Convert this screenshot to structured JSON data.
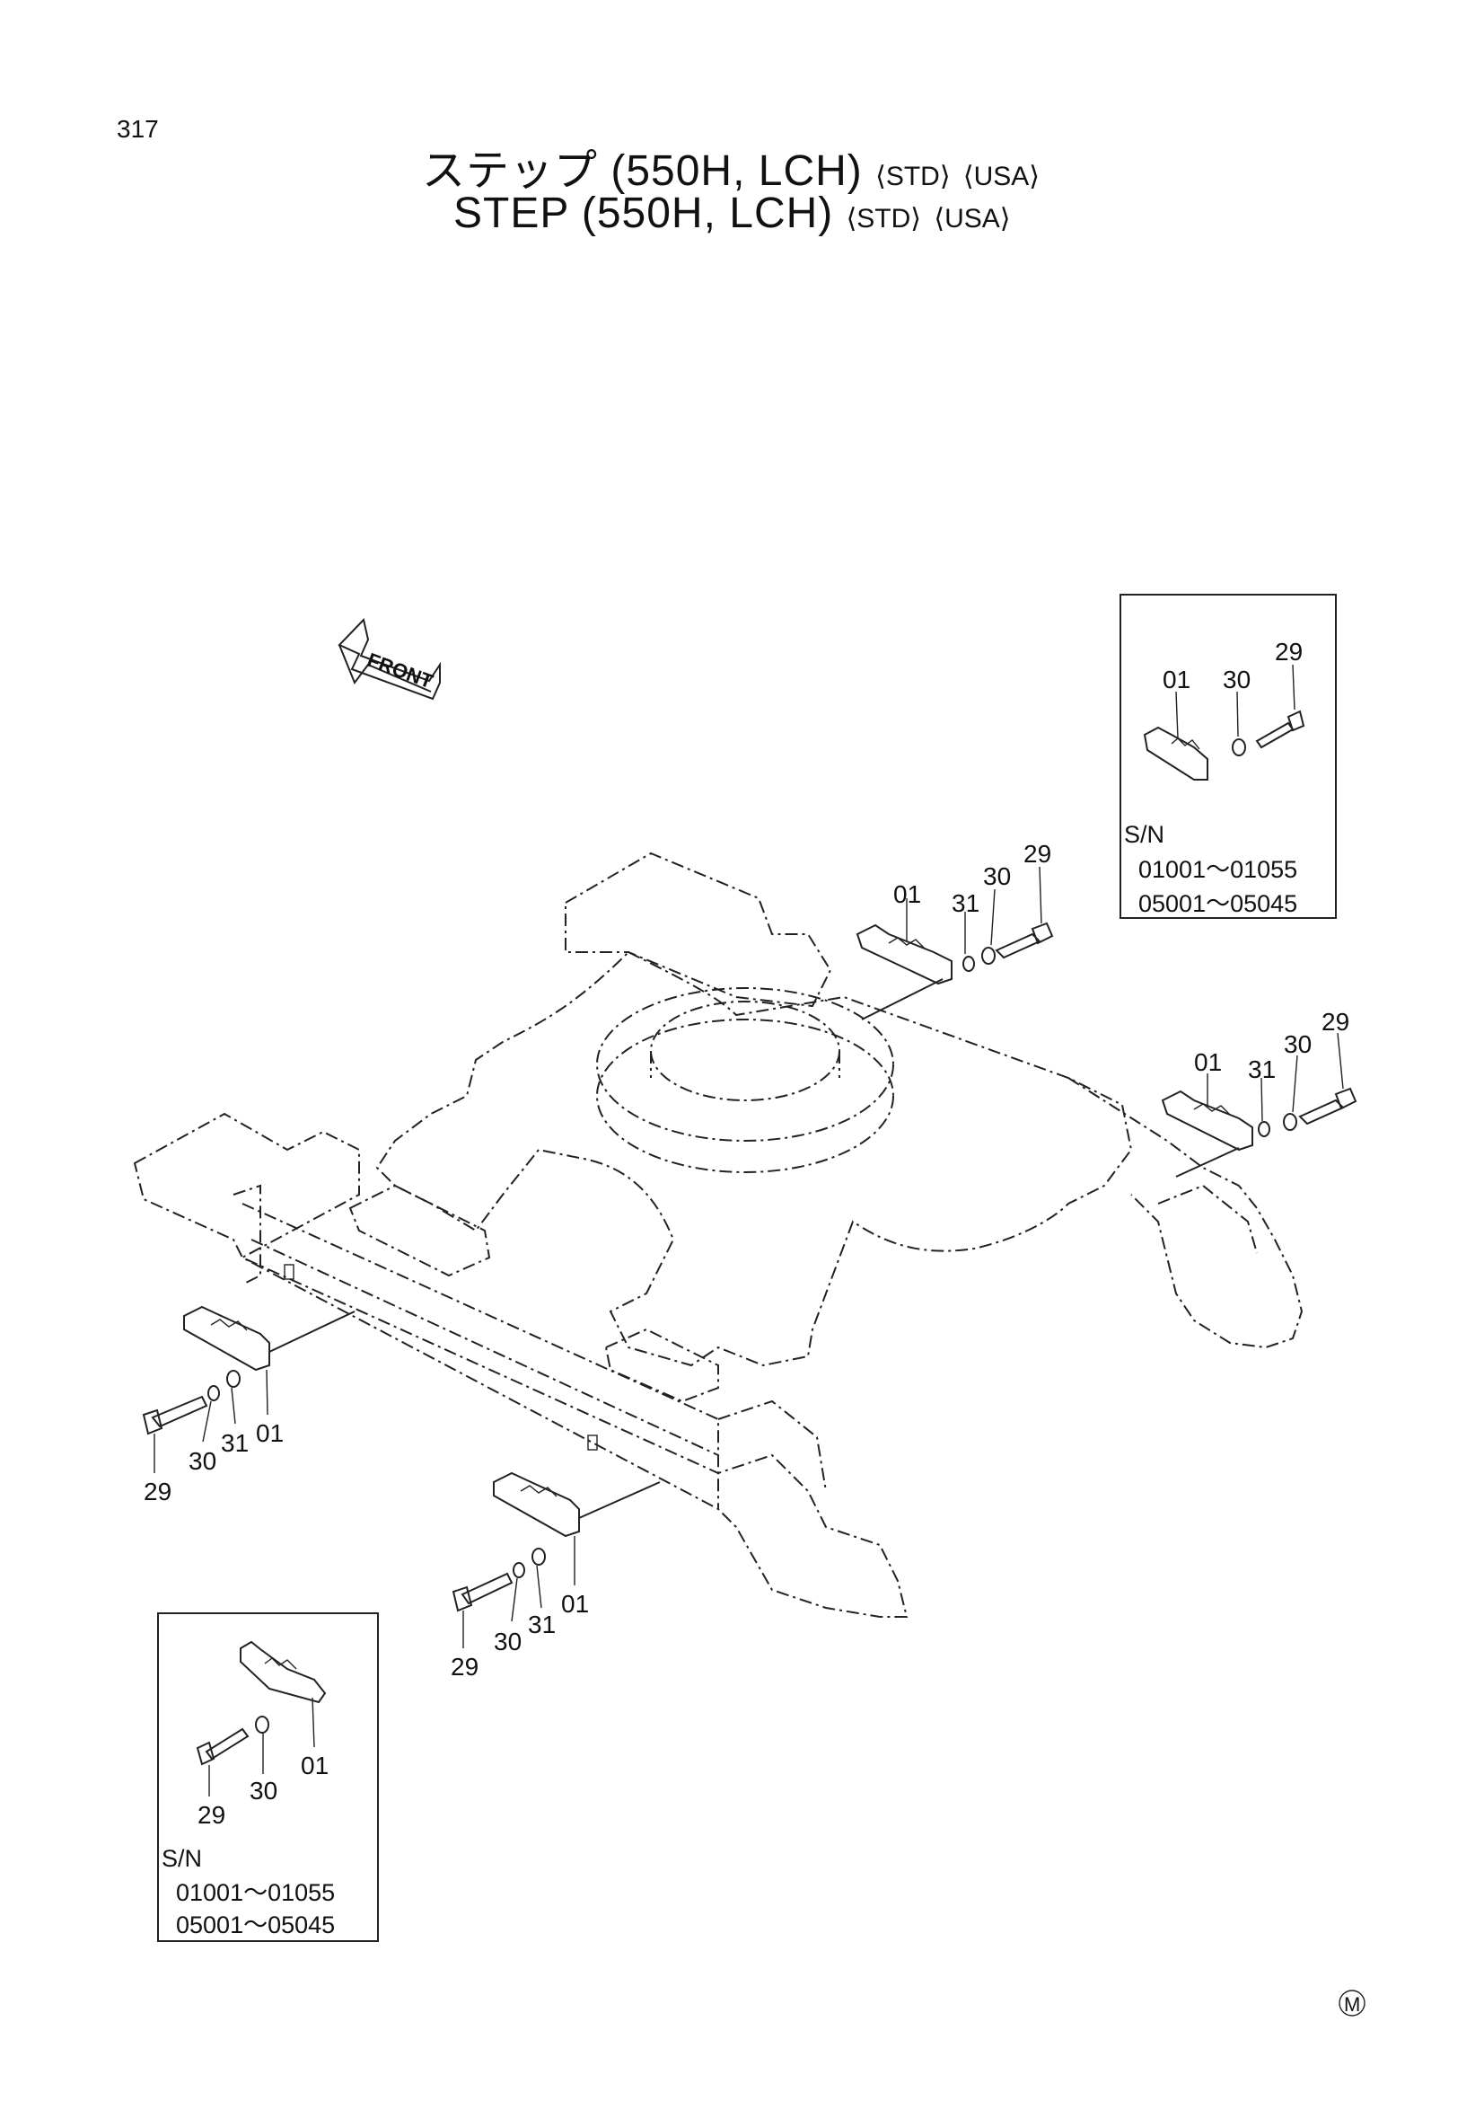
{
  "page_number": "317",
  "title_jp": {
    "main": "ステップ (550H, LCH)",
    "tag1": "⟨STD⟩",
    "tag2": "⟨USA⟩"
  },
  "title_en": {
    "main": "STEP (550H, LCH)",
    "tag1": "⟨STD⟩",
    "tag2": "⟨USA⟩"
  },
  "front_label": "FRONT",
  "callouts": {
    "rear_upper": [
      "01",
      "31",
      "30",
      "29"
    ],
    "rear_right": [
      "01",
      "31",
      "30",
      "29"
    ],
    "front_left": [
      "29",
      "30",
      "31",
      "01"
    ],
    "front_middle": [
      "29",
      "30",
      "31",
      "01"
    ]
  },
  "inset_top": {
    "callouts": [
      "01",
      "30",
      "29"
    ],
    "sn_label": "S/N",
    "sn_ranges": [
      "01001～01055",
      "05001～05045"
    ]
  },
  "inset_bottom": {
    "callouts": [
      "29",
      "30",
      "01"
    ],
    "sn_label": "S/N",
    "sn_ranges": [
      "01001～01055",
      "05001～05045"
    ]
  },
  "mark": "M"
}
